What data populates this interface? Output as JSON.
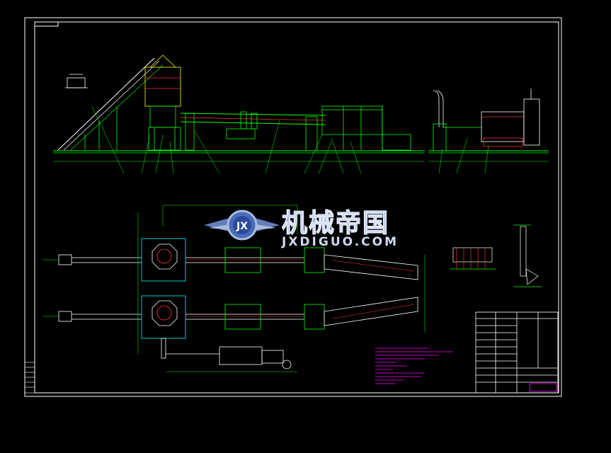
{
  "watermark": {
    "brand_cn": "机械帝国",
    "brand_url": "JXDIGUO.COM",
    "logo_text": "JX"
  },
  "colors": {
    "background": "#000000",
    "frame": "#ffffff",
    "line": "#00ff00",
    "accent_red": "#ff3333",
    "accent_magenta": "#ff00ff",
    "accent_yellow": "#ffff00",
    "accent_cyan": "#00ffff",
    "watermark_blue": "#6a86c8"
  }
}
